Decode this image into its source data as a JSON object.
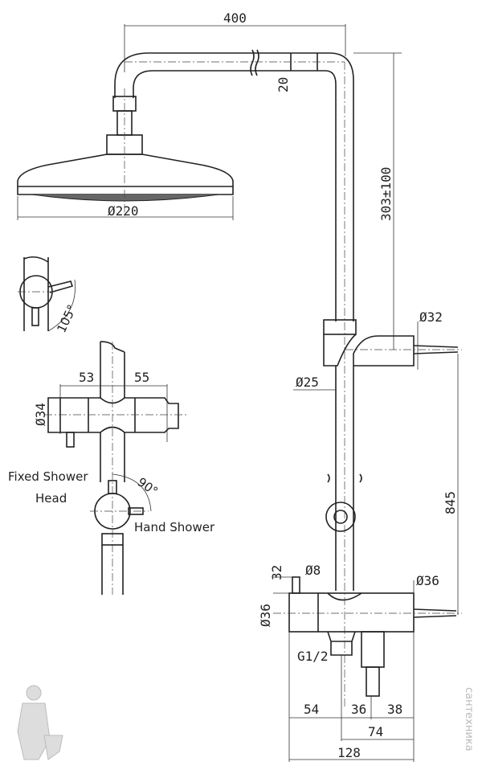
{
  "dimensions": {
    "top_width": "400",
    "pipe_dia": "20",
    "height_adjust": "303±100",
    "head_dia": "Ø220",
    "rotation_top": "105°",
    "holder_left": "53",
    "holder_right": "55",
    "holder_dia": "Ø34",
    "rotation_bottom": "90°",
    "outlet_dia": "Ø32",
    "rail_dia": "Ø25",
    "rail_height": "845",
    "spout_height": "32",
    "spout_dia": "Ø8",
    "body_dia_left": "Ø36",
    "body_dia_right": "Ø36",
    "inlet_thread": "G1/2",
    "bottom_54": "54",
    "bottom_36": "36",
    "bottom_38": "38",
    "bottom_74": "74",
    "bottom_128": "128"
  },
  "labels": {
    "fixed_head_line1": "Fixed Shower",
    "fixed_head_line2": "Head",
    "hand_shower": "Hand Shower"
  },
  "watermark": "сантехника"
}
